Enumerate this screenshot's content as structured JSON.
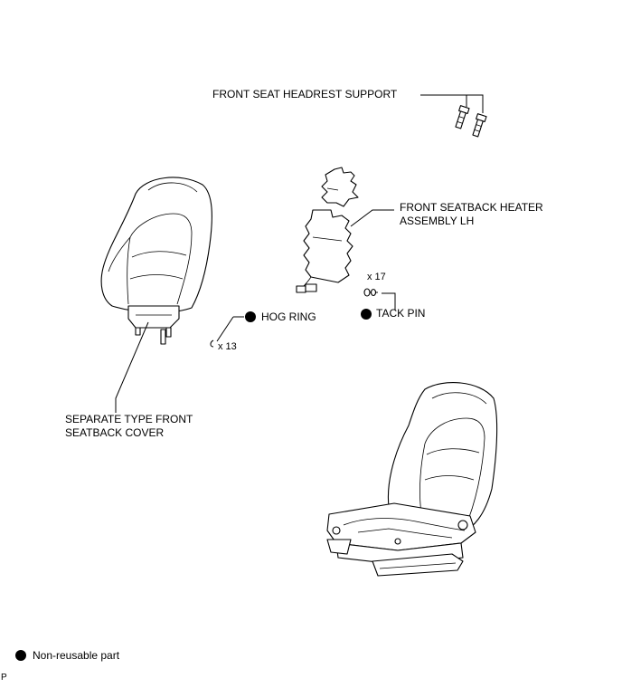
{
  "labels": {
    "headrest_support": "FRONT SEAT HEADREST SUPPORT",
    "heater_line1": "FRONT SEATBACK HEATER",
    "heater_line2": "ASSEMBLY LH",
    "tack_pin_qty": "x 17",
    "tack_pin": "TACK PIN",
    "hog_ring": "HOG RING",
    "hog_ring_qty": "x 13",
    "cover_line1": "SEPARATE TYPE FRONT",
    "cover_line2": "SEATBACK COVER"
  },
  "legend": {
    "non_reusable": "Non-reusable part"
  },
  "corner_mark": "P",
  "colors": {
    "line": "#000000",
    "background": "#ffffff"
  }
}
